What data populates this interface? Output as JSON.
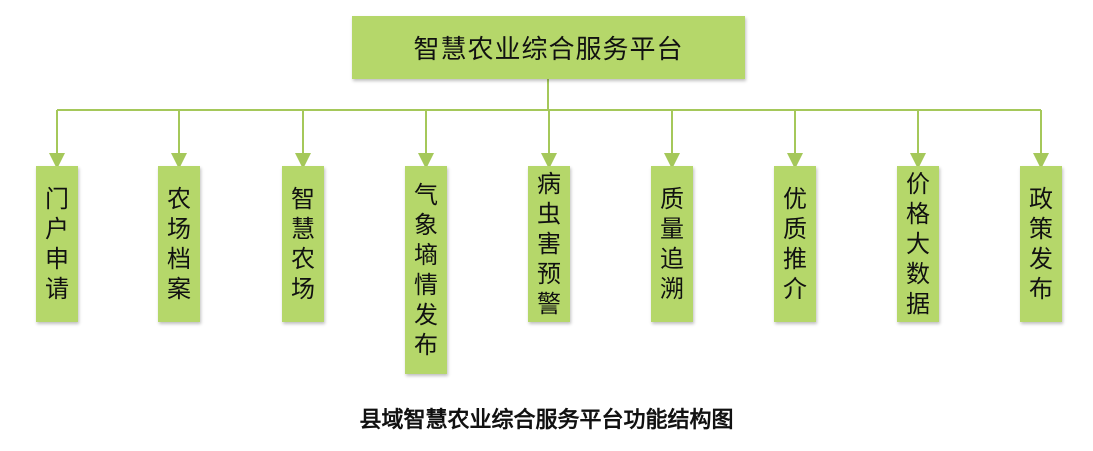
{
  "root": {
    "label": "智慧农业综合服务平台"
  },
  "children": [
    {
      "label": "门户申请"
    },
    {
      "label": "农场档案"
    },
    {
      "label": "智慧农场"
    },
    {
      "label": "气象墒情发布"
    },
    {
      "label": "病虫害预警"
    },
    {
      "label": "质量追溯"
    },
    {
      "label": "优质推介"
    },
    {
      "label": "价格大数据"
    },
    {
      "label": "政策发布"
    }
  ],
  "caption": "县域智慧农业综合服务平台功能结构图",
  "colors": {
    "box": "#b5d76a",
    "line": "#a5c85a"
  }
}
